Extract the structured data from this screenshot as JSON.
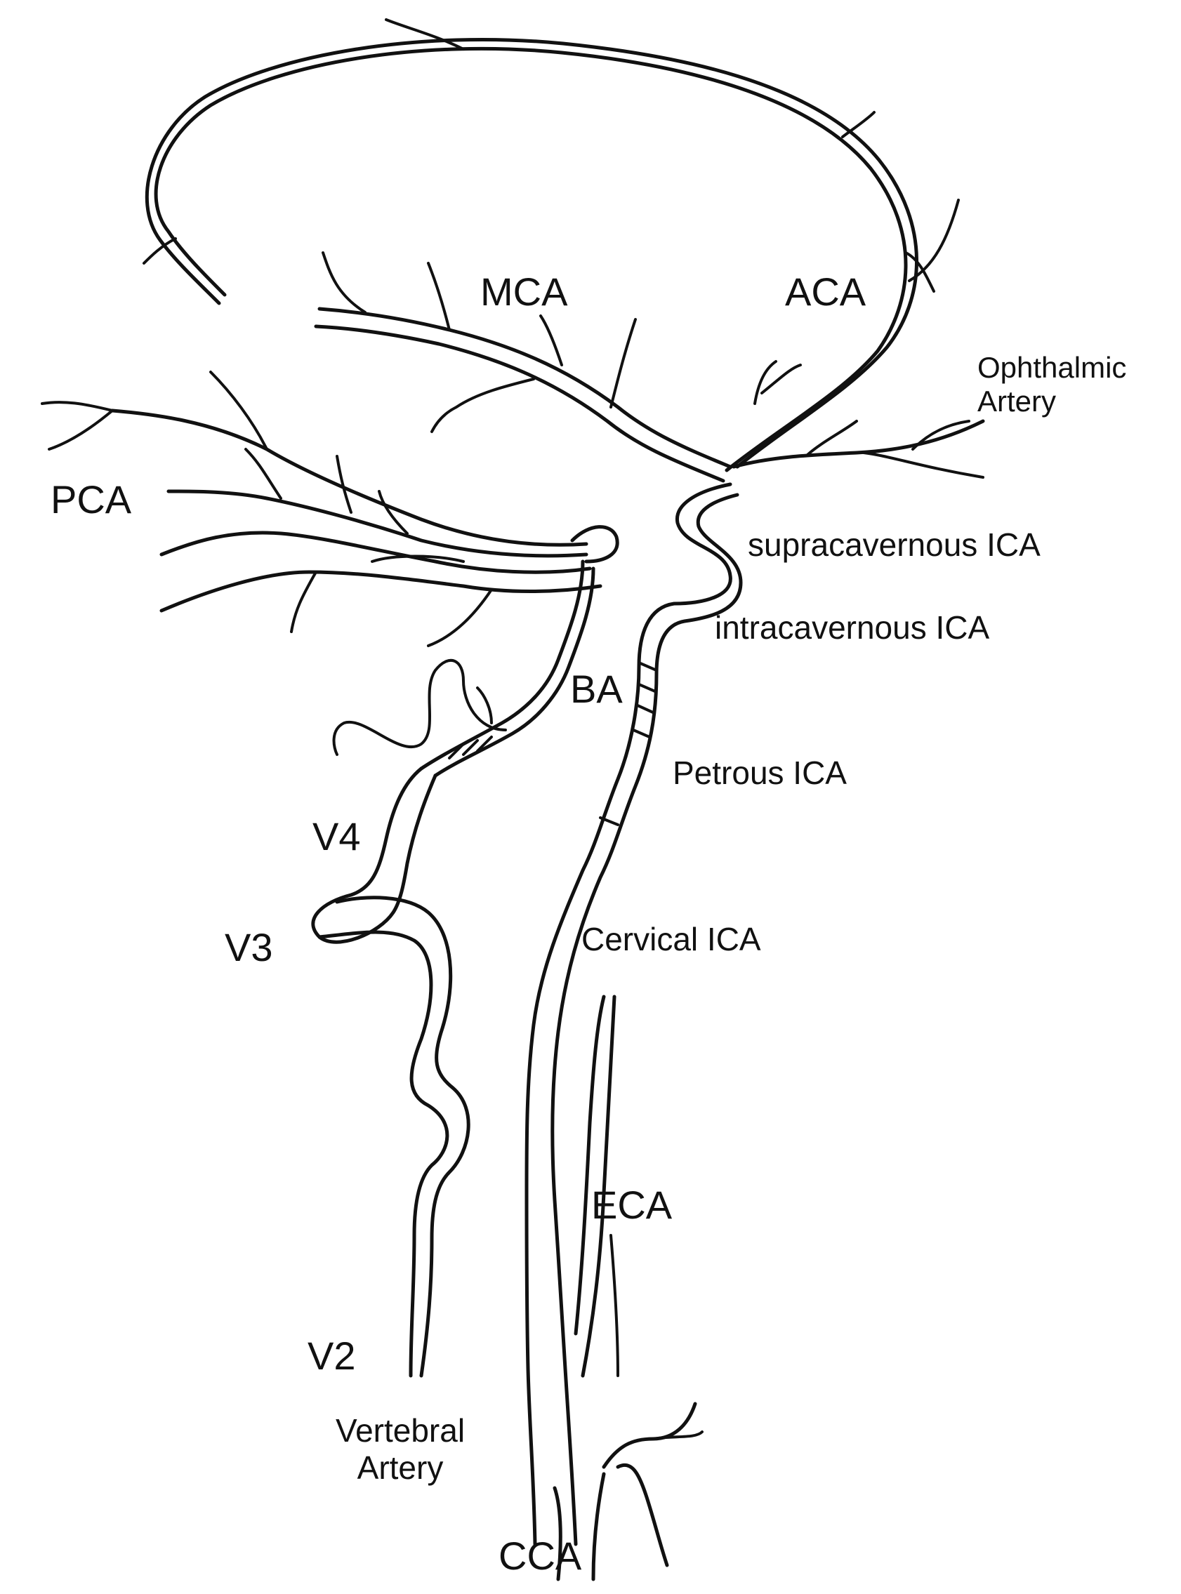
{
  "labels": {
    "mca": "MCA",
    "aca": "ACA",
    "ophthalmic_artery": "Ophthalmic Artery",
    "pca": "PCA",
    "supracavernous_ica": "supracavernous ICA",
    "intracavernous_ica": "intracavernous ICA",
    "ba": "BA",
    "petrous_ica": "Petrous ICA",
    "v4": "V4",
    "v3": "V3",
    "cervical_ica": "Cervical ICA",
    "eca": "ECA",
    "v2": "V2",
    "vertebral_artery": "Vertebral Artery",
    "cca": "CCA"
  },
  "colors": {
    "ink": "#111111",
    "background": "#ffffff"
  }
}
